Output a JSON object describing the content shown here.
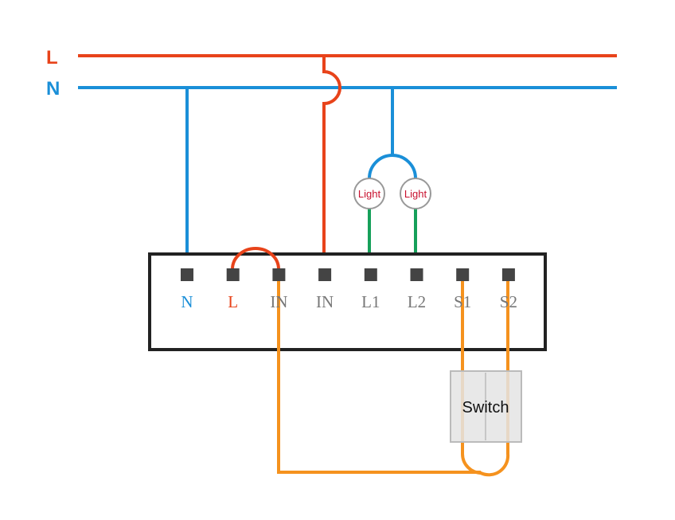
{
  "colors": {
    "live": "#e8431a",
    "neutral": "#1a8fd8",
    "load": "#16a05a",
    "switch_wire": "#f5921e",
    "terminal": "#444444",
    "terminal_label_gray": "#777777",
    "frame": "#222222",
    "switch_fill": "#e4e4e4"
  },
  "rails": {
    "live_label": "L",
    "neutral_label": "N"
  },
  "terminals": [
    {
      "label": "N",
      "label_color": "#1a8fd8"
    },
    {
      "label": "L",
      "label_color": "#e8431a"
    },
    {
      "label": "IN",
      "label_color": "#777777"
    },
    {
      "label": "IN",
      "label_color": "#777777"
    },
    {
      "label": "L1",
      "label_color": "#777777"
    },
    {
      "label": "L2",
      "label_color": "#777777"
    },
    {
      "label": "S1",
      "label_color": "#777777"
    },
    {
      "label": "S2",
      "label_color": "#777777"
    }
  ],
  "lights": [
    {
      "label": "Light"
    },
    {
      "label": "Light"
    }
  ],
  "switch": {
    "label": "Switch"
  }
}
